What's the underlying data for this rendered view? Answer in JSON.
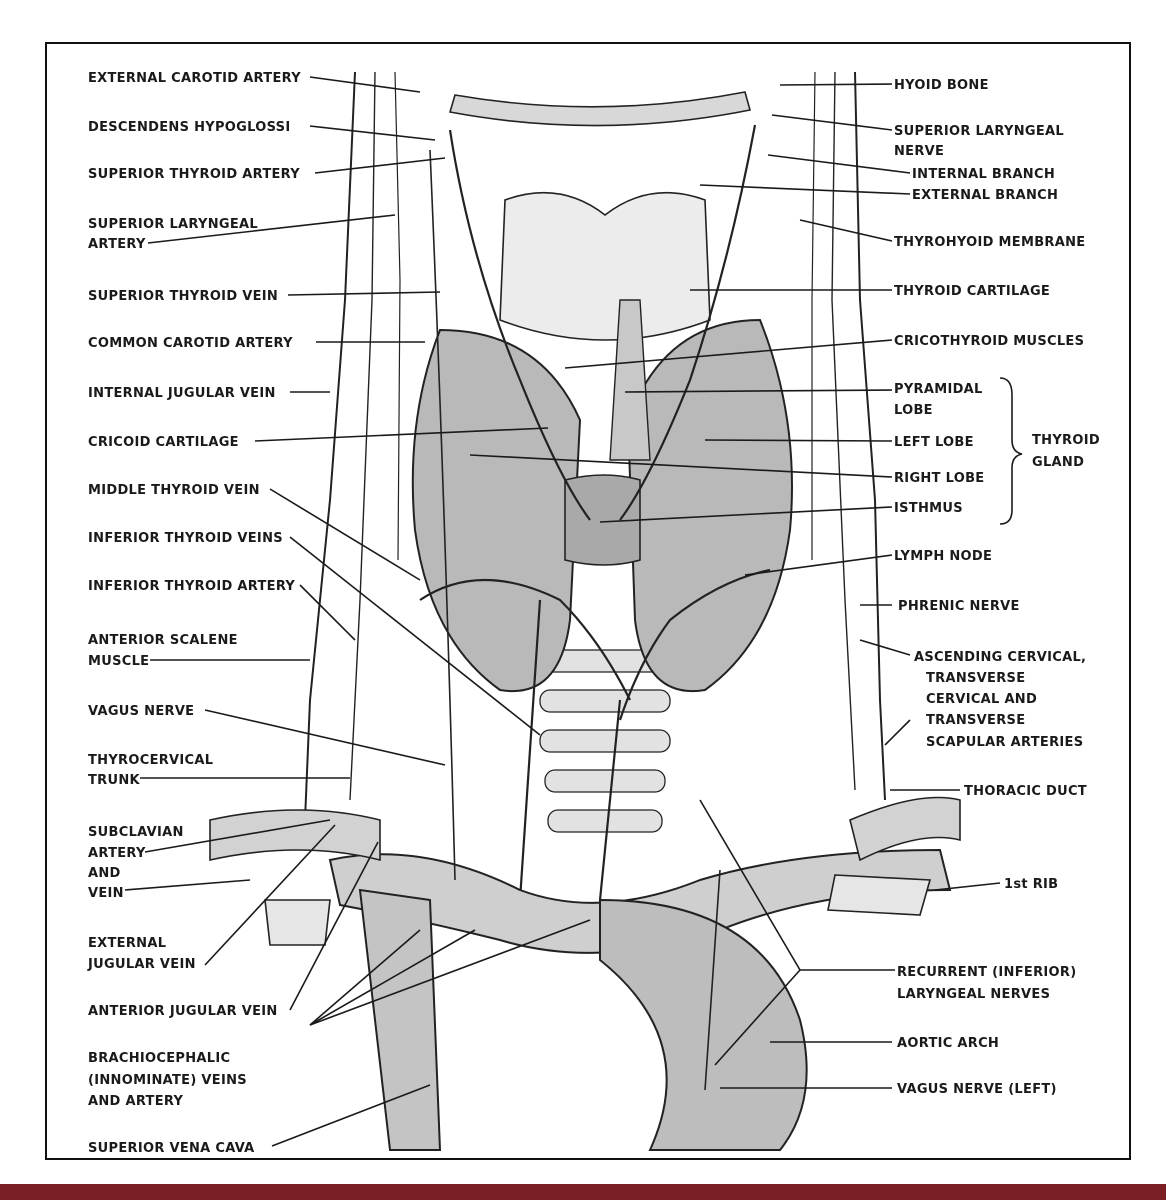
{
  "colors": {
    "border": "#111111",
    "footer_bar": "#7a1f24",
    "ink": "#1a1a1a"
  },
  "labels": {
    "external_carotid_artery": "EXTERNAL CAROTID ARTERY",
    "descendens_hypoglossi": "DESCENDENS HYPOGLOSSI",
    "superior_thyroid_artery": "SUPERIOR THYROID ARTERY",
    "superior_laryngeal_artery": [
      "SUPERIOR LARYNGEAL",
      "ARTERY"
    ],
    "superior_thyroid_vein": "SUPERIOR THYROID VEIN",
    "common_carotid_artery": "COMMON CAROTID ARTERY",
    "internal_jugular_vein": "INTERNAL JUGULAR VEIN",
    "cricoid_cartilage": "CRICOID CARTILAGE",
    "middle_thyroid_vein": "MIDDLE THYROID VEIN",
    "inferior_thyroid_veins": "INFERIOR THYROID VEINS",
    "inferior_thyroid_artery": "INFERIOR THYROID ARTERY",
    "anterior_scalene_muscle": [
      "ANTERIOR SCALENE",
      "MUSCLE"
    ],
    "vagus_nerve": "VAGUS NERVE",
    "thyrocervical_trunk": [
      "THYROCERVICAL",
      "TRUNK"
    ],
    "subclavian_artery_and_vein": [
      "SUBCLAVIAN",
      "ARTERY",
      "AND",
      "VEIN"
    ],
    "external_jugular_vein": [
      "EXTERNAL",
      "JUGULAR VEIN"
    ],
    "anterior_jugular_vein": "ANTERIOR JUGULAR VEIN",
    "brachiocephalic": [
      "BRACHIOCEPHALIC",
      "(INNOMINATE) VEINS",
      "AND ARTERY"
    ],
    "superior_vena_cava": "SUPERIOR VENA CAVA",
    "hyoid_bone": "HYOID BONE",
    "superior_laryngeal_nerve": [
      "SUPERIOR LARYNGEAL",
      "NERVE"
    ],
    "internal_branch": "INTERNAL BRANCH",
    "external_branch": "EXTERNAL BRANCH",
    "thyrohyoid_membrane": "THYROHYOID MEMBRANE",
    "thyroid_cartilage": "THYROID CARTILAGE",
    "cricothyroid_muscles": "CRICOTHYROID MUSCLES",
    "pyramidal_lobe": [
      "PYRAMIDAL",
      "LOBE"
    ],
    "left_lobe": "LEFT LOBE",
    "right_lobe": "RIGHT LOBE",
    "isthmus": "ISTHMUS",
    "thyroid_gland": [
      "THYROID",
      "GLAND"
    ],
    "lymph_node": "LYMPH NODE",
    "phrenic_nerve": "PHRENIC NERVE",
    "ascending_cervical": [
      "ASCENDING CERVICAL,",
      "TRANSVERSE",
      "CERVICAL AND",
      "TRANSVERSE",
      "SCAPULAR ARTERIES"
    ],
    "thoracic_duct": "THORACIC DUCT",
    "first_rib": "1st RIB",
    "recurrent_laryngeal_nerves": [
      "RECURRENT (INFERIOR)",
      "LARYNGEAL NERVES"
    ],
    "aortic_arch": "AORTIC ARCH",
    "vagus_nerve_left": "VAGUS NERVE (LEFT)"
  }
}
